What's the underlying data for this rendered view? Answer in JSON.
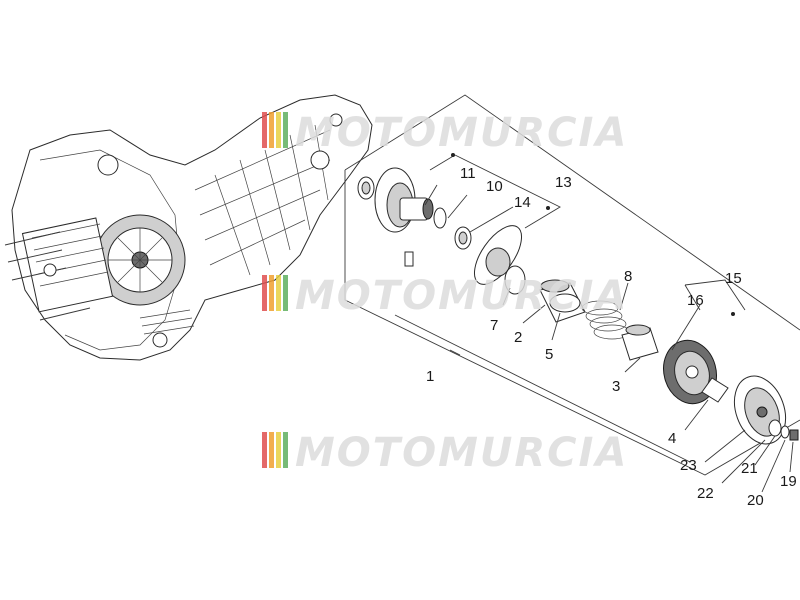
{
  "watermark": {
    "text": "MOTOMURCIA",
    "stripe_colors": [
      "#e05050",
      "#f0a030",
      "#e8d040",
      "#60b060"
    ]
  },
  "callouts": [
    {
      "id": "c1",
      "text": "1"
    },
    {
      "id": "c2",
      "text": "2"
    },
    {
      "id": "c3",
      "text": "3"
    },
    {
      "id": "c4",
      "text": "4"
    },
    {
      "id": "c5",
      "text": "5"
    },
    {
      "id": "c7",
      "text": "7"
    },
    {
      "id": "c8",
      "text": "8"
    },
    {
      "id": "c10",
      "text": "10"
    },
    {
      "id": "c11",
      "text": "11"
    },
    {
      "id": "c13",
      "text": "13"
    },
    {
      "id": "c14",
      "text": "14"
    },
    {
      "id": "c15",
      "text": "15"
    },
    {
      "id": "c16",
      "text": "16"
    },
    {
      "id": "c19",
      "text": "19"
    },
    {
      "id": "c20",
      "text": "20"
    },
    {
      "id": "c21",
      "text": "21"
    },
    {
      "id": "c22",
      "text": "22"
    },
    {
      "id": "c23",
      "text": "23"
    }
  ]
}
